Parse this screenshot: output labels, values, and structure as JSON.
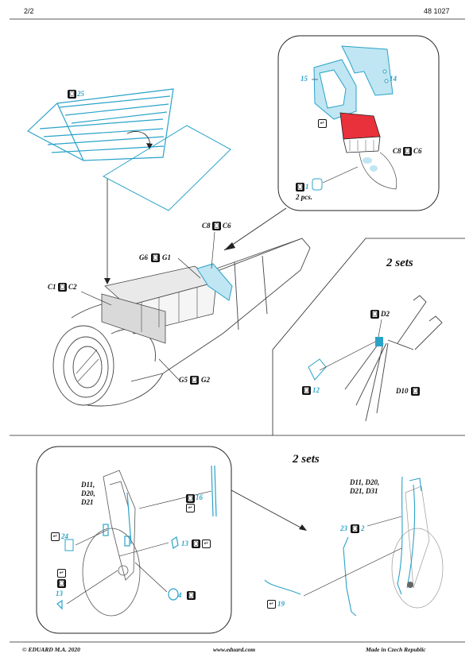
{
  "header": {
    "page": "2/2",
    "code": "48 1027"
  },
  "topright": {
    "n15": "15",
    "n14": "14",
    "c8c6": "C8",
    "c6": "C6",
    "n1": "1",
    "pcs": "2 pcs."
  },
  "main": {
    "n25": "25",
    "c8": "C8",
    "c6": "C6",
    "g6": "G6",
    "g1": "G1",
    "c1": "C1",
    "c2": "C2",
    "g5": "G5",
    "g2": "G2"
  },
  "right": {
    "sets": "2 sets",
    "d2": "D2",
    "n12": "12",
    "d10": "D10"
  },
  "bottom_left": {
    "d11": "D11,",
    "d20": "D20,",
    "d21": "D21",
    "n16": "16",
    "n24": "24",
    "n13a": "13",
    "n13b": "13",
    "n4": "4"
  },
  "bottom_right": {
    "sets": "2 sets",
    "d11": "D11, D20,",
    "d21": "D21, D31",
    "n23": "23",
    "n2": "2",
    "n19": "19"
  },
  "footer": {
    "left": "© EDUARD  M.A. 2020",
    "center": "www.eduard.com",
    "right": "Made in Czech Republic"
  },
  "colors": {
    "pe_blue": "#2aa3c9",
    "pe_fill": "#bfe6f2",
    "red": "#e8313a",
    "line": "#333333",
    "gray": "#9a9a9a"
  }
}
